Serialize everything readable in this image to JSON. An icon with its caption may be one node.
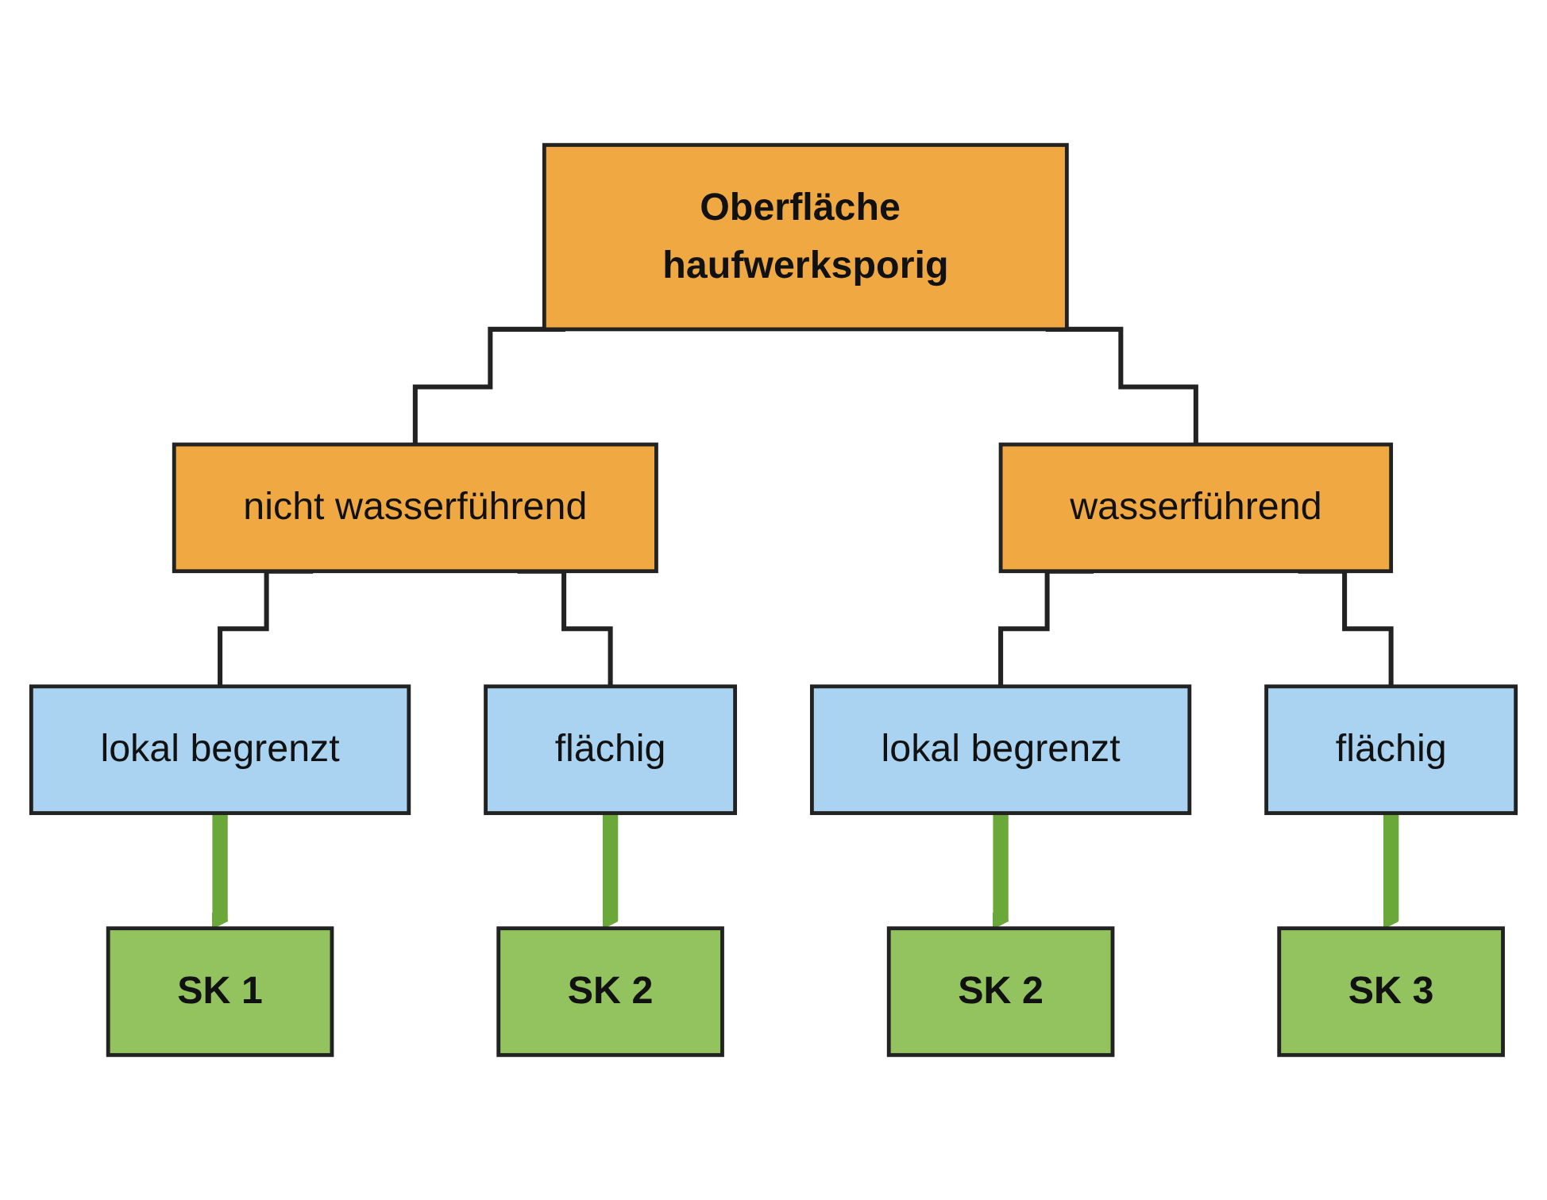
{
  "diagram": {
    "nodes": [
      {
        "text": [
          "Oberfläche haufwerksporig"
        ]
      },
      {
        "text": [
          "nicht wasserführend"
        ]
      },
      {
        "text": [
          "wasserführend"
        ]
      },
      {
        "text": [
          "lokal begrenzt"
        ]
      },
      {
        "text": [
          "flächig"
        ]
      },
      {
        "text": [
          "lokal begrenzt"
        ]
      },
      {
        "text": [
          "flächig"
        ]
      },
      {
        "text": [
          "SK 1"
        ]
      },
      {
        "text": [
          "SK 2"
        ]
      },
      {
        "text": [
          "SK 2"
        ]
      },
      {
        "text": [
          "SK 3"
        ]
      }
    ],
    "edges": [
      {
        "from": 0,
        "to": 1,
        "arrow": "none"
      },
      {
        "from": 0,
        "to": 2,
        "arrow": "none"
      },
      {
        "from": 1,
        "to": 3,
        "arrow": "none"
      },
      {
        "from": 1,
        "to": 4,
        "arrow": "none"
      },
      {
        "from": 2,
        "to": 5,
        "arrow": "none"
      },
      {
        "from": 2,
        "to": 6,
        "arrow": "none"
      },
      {
        "from": 3,
        "to": 7,
        "arrow": "to",
        "style": "thick",
        "color": "#6aa83a"
      },
      {
        "from": 4,
        "to": 8,
        "arrow": "to",
        "style": "thick",
        "color": "#6aa83a"
      },
      {
        "from": 5,
        "to": 9,
        "arrow": "to",
        "style": "thick",
        "color": "#6aa83a"
      },
      {
        "from": 6,
        "to": 10,
        "arrow": "to",
        "style": "thick",
        "color": "#6aa83a"
      }
    ]
  }
}
